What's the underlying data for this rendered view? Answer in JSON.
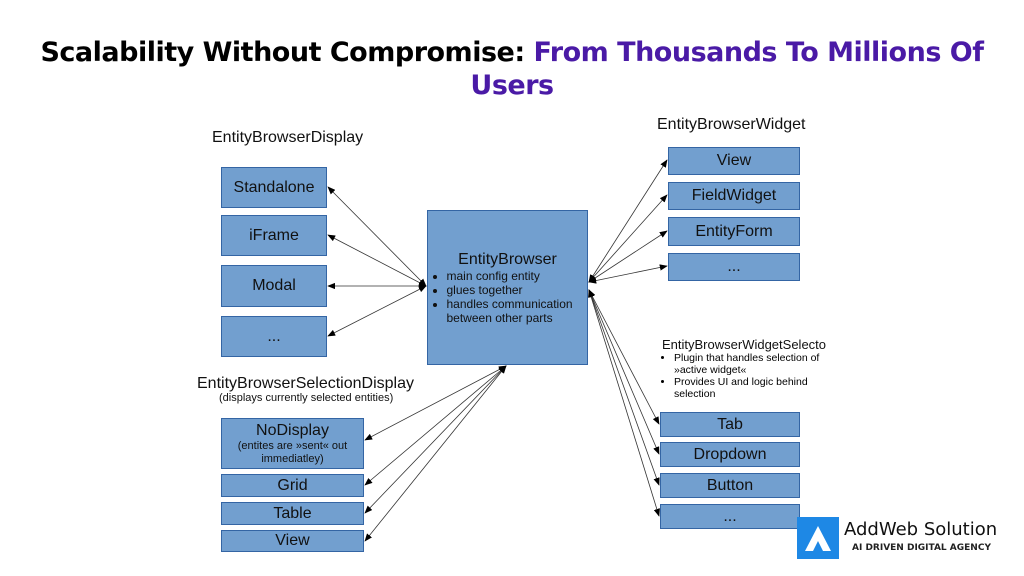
{
  "title": {
    "part1": "Scalability Without Compromise:",
    "part2": "From Thousands To Millions Of Users"
  },
  "display": {
    "heading": "EntityBrowserDisplay",
    "items": [
      "Standalone",
      "iFrame",
      "Modal",
      "..."
    ]
  },
  "center": {
    "title": "EntityBrowser",
    "bullets": [
      "main config entity",
      "glues together",
      "handles communication between other parts"
    ]
  },
  "widget": {
    "heading": "EntityBrowserWidget",
    "items": [
      "View",
      "FieldWidget",
      "EntityForm",
      "..."
    ]
  },
  "selector": {
    "heading": "EntityBrowserWidgetSelecto",
    "bullets": [
      "Plugin that handles selection of »active widget«",
      "Provides UI and logic behind selection"
    ],
    "items": [
      "Tab",
      "Dropdown",
      "Button",
      "..."
    ]
  },
  "selection": {
    "heading": "EntityBrowserSelectionDisplay",
    "subheading": "(displays currently selected entities)",
    "nodisplay": "NoDisplay",
    "nodisplay_note": "(entites are »sent« out immediatley)",
    "items": [
      "Grid",
      "Table",
      "View"
    ]
  },
  "logo": {
    "name": "AddWeb Solution",
    "tagline": "AI DRIVEN DIGITAL AGENCY"
  },
  "colors": {
    "box": "#729fcf",
    "border": "#3465a4",
    "accent": "#4a1aa6",
    "logo": "#1e88e5"
  }
}
